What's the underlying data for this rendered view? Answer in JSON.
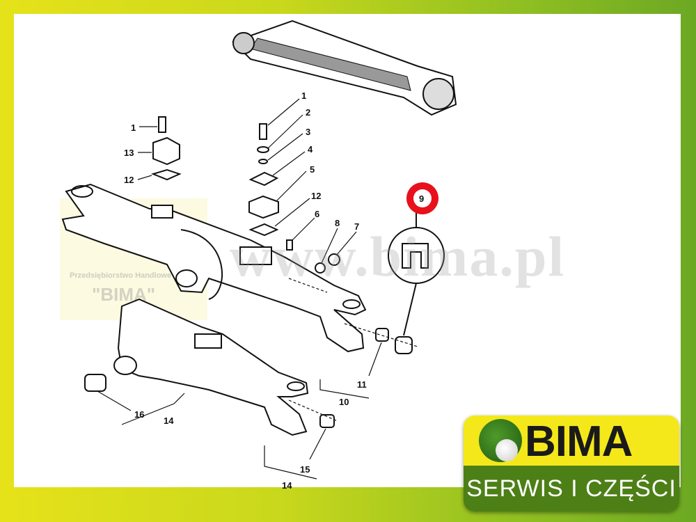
{
  "diagram": {
    "callouts": [
      "1",
      "13",
      "12",
      "1",
      "2",
      "3",
      "4",
      "5",
      "12",
      "6",
      "8",
      "7",
      "9",
      "11",
      "10",
      "16",
      "14",
      "15",
      "14"
    ],
    "highlight_color": "#e8101a"
  },
  "watermark": {
    "url": "www.bima.pl",
    "company": "Przedsiębiorstwo Handlowe",
    "name": "\"BIMA\""
  },
  "logo": {
    "name": "BIMA",
    "tagline": "SERWIS I CZĘŚCI"
  }
}
